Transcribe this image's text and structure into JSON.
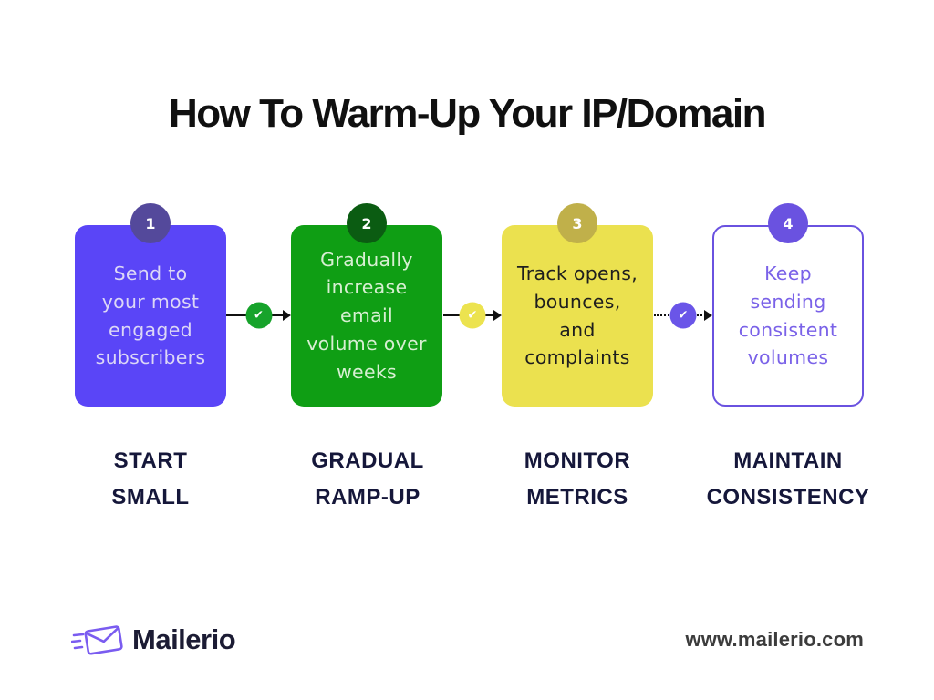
{
  "title": "How To Warm-Up Your IP/Domain",
  "steps": [
    {
      "number": "1",
      "body": "Send to\nyour most\nengaged\nsubscribers",
      "label": "START\nSMALL",
      "box_color": "#5a45f7",
      "badge_color": "#54499b",
      "text_color": "#dcd7f6"
    },
    {
      "number": "2",
      "body": "Gradually\nincrease\nemail\nvolume over\nweeks",
      "label": "GRADUAL\nRAMP-UP",
      "box_color": "#0f9e14",
      "badge_color": "#0b5c12",
      "text_color": "#d7efd2"
    },
    {
      "number": "3",
      "body": "Track opens,\nbounces,\nand\ncomplaints",
      "label": "MONITOR\nMETRICS",
      "box_color": "#ebe14f",
      "badge_color": "#c0b04a",
      "text_color": "#1e1e1e"
    },
    {
      "number": "4",
      "body": "Keep\nsending\nconsistent\nvolumes",
      "label": "MAINTAIN\nCONSISTENCY",
      "box_color": "#ffffff",
      "badge_color": "#6a52e0",
      "text_color": "#7a62e8",
      "border_color": "#6a52e0"
    }
  ],
  "connectors": [
    {
      "icon": "check-icon",
      "check_glyph": "✔",
      "check_color": "#17a32b",
      "line_style": "solid"
    },
    {
      "icon": "check-icon",
      "check_glyph": "✔",
      "check_color": "#ece34f",
      "line_style": "solid"
    },
    {
      "icon": "check-icon",
      "check_glyph": "✔",
      "check_color": "#6a55e8",
      "line_style": "dotted"
    }
  ],
  "footer": {
    "brand_name": "Mailerio",
    "logo_icon": "envelope-icon",
    "website": "www.mailerio.com"
  },
  "colors": {
    "title": "#101010",
    "label": "#15173a",
    "brand_purple": "#7a5cf0",
    "arrow_black": "#111111"
  }
}
